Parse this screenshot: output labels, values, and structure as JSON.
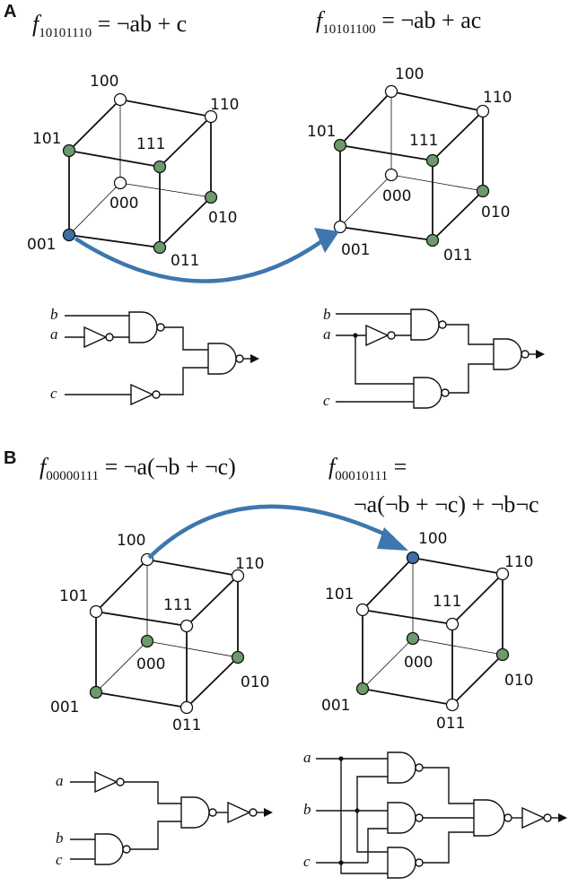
{
  "colors": {
    "filled_node": "#6c9a6c",
    "highlight_node": "#3d6fa6",
    "arrow": "#3d77ad",
    "empty_node": "#ffffff"
  },
  "panel_a": {
    "label": "A",
    "left": {
      "func": "f",
      "sub": "10101110",
      "rhs": "= ¬ab + c"
    },
    "right": {
      "func": "f",
      "sub": "10101100",
      "rhs": "= ¬ab + ac"
    }
  },
  "panel_b": {
    "label": "B",
    "left": {
      "func": "f",
      "sub": "00000111",
      "rhs": "= ¬a(¬b + ¬c)"
    },
    "right": {
      "func": "f",
      "sub": "00010111",
      "rhs": "=",
      "rhs2": "¬a(¬b + ¬c) + ¬b¬c"
    }
  },
  "vertex_labels": [
    "000",
    "001",
    "010",
    "011",
    "100",
    "101",
    "110",
    "111"
  ],
  "cubes": [
    {
      "filled": [
        "101",
        "111",
        "010",
        "011"
      ],
      "highlight": [
        "001"
      ]
    },
    {
      "filled": [
        "101",
        "111",
        "010",
        "011"
      ],
      "highlight": []
    },
    {
      "filled": [
        "000",
        "001",
        "010"
      ],
      "highlight": []
    },
    {
      "filled": [
        "000",
        "001",
        "010"
      ],
      "highlight": [
        "100"
      ]
    }
  ],
  "circuit_inputs": {
    "a": "a",
    "b": "b",
    "c": "c"
  }
}
